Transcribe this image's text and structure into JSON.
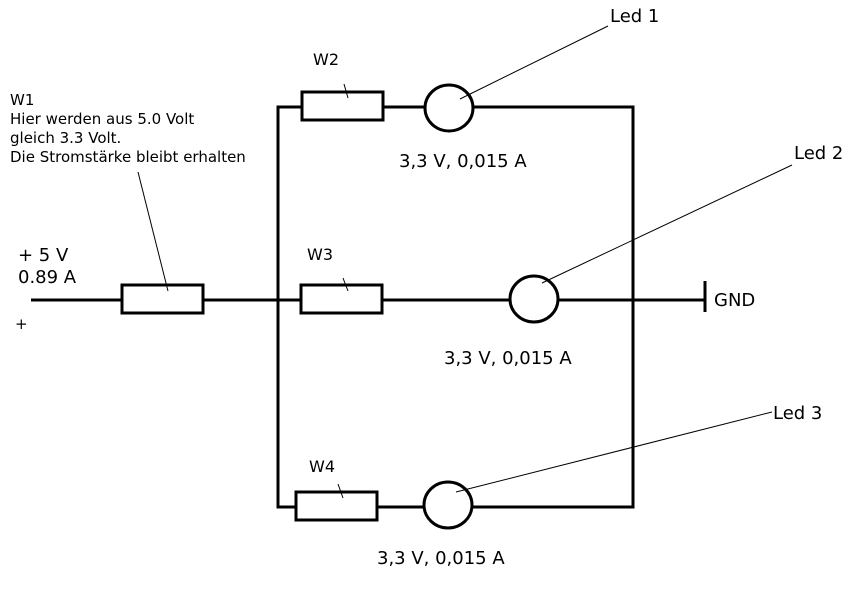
{
  "w1": {
    "name": "W1",
    "note_line1": "Hier werden aus 5.0 Volt",
    "note_line2": "gleich 3.3 Volt.",
    "note_line3": "Die Stromstärke bleibt erhalten"
  },
  "supply": {
    "voltage": "+ 5 V",
    "current": "0.89 A",
    "polarity": "+"
  },
  "ground": {
    "label": "GND"
  },
  "branches": [
    {
      "resistor": "W2",
      "led": "Led 1",
      "rating": "3,3 V, 0,015 A"
    },
    {
      "resistor": "W3",
      "led": "Led 2",
      "rating": "3,3 V, 0,015 A"
    },
    {
      "resistor": "W4",
      "led": "Led 3",
      "rating": "3,3 V, 0,015 A"
    }
  ],
  "colors": {
    "stroke": "#000000",
    "background": "#ffffff"
  }
}
